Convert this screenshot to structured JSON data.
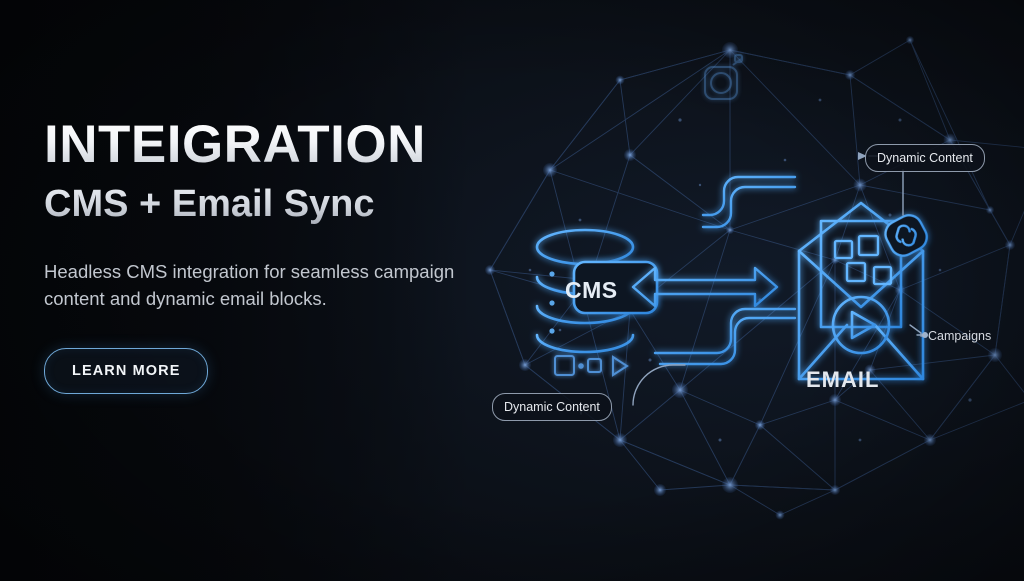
{
  "banner": {
    "headline": "INTEIGRATION",
    "subhead": "CMS + Email Sync",
    "body": "Headless CMS integration for seamless campaign content and dynamic email blocks.",
    "cta_label": "LEARN MORE"
  },
  "illustration": {
    "cms_label": "CMS",
    "email_label": "EMAIL",
    "pill_top": "Dynamic Content",
    "pill_bottom": "Dynamic Content",
    "campaigns_label": "Campaigns"
  },
  "colors": {
    "accent_cyan": "#4aa3f0",
    "accent_button_border": "#6fa8d8",
    "mesh_node": "#3d5a8a",
    "mesh_line": "#253a5c",
    "background_dark": "#090c12",
    "headline_white": "#ffffff",
    "body_text": "#c2c7cf",
    "pill_border": "#8e9aab"
  }
}
